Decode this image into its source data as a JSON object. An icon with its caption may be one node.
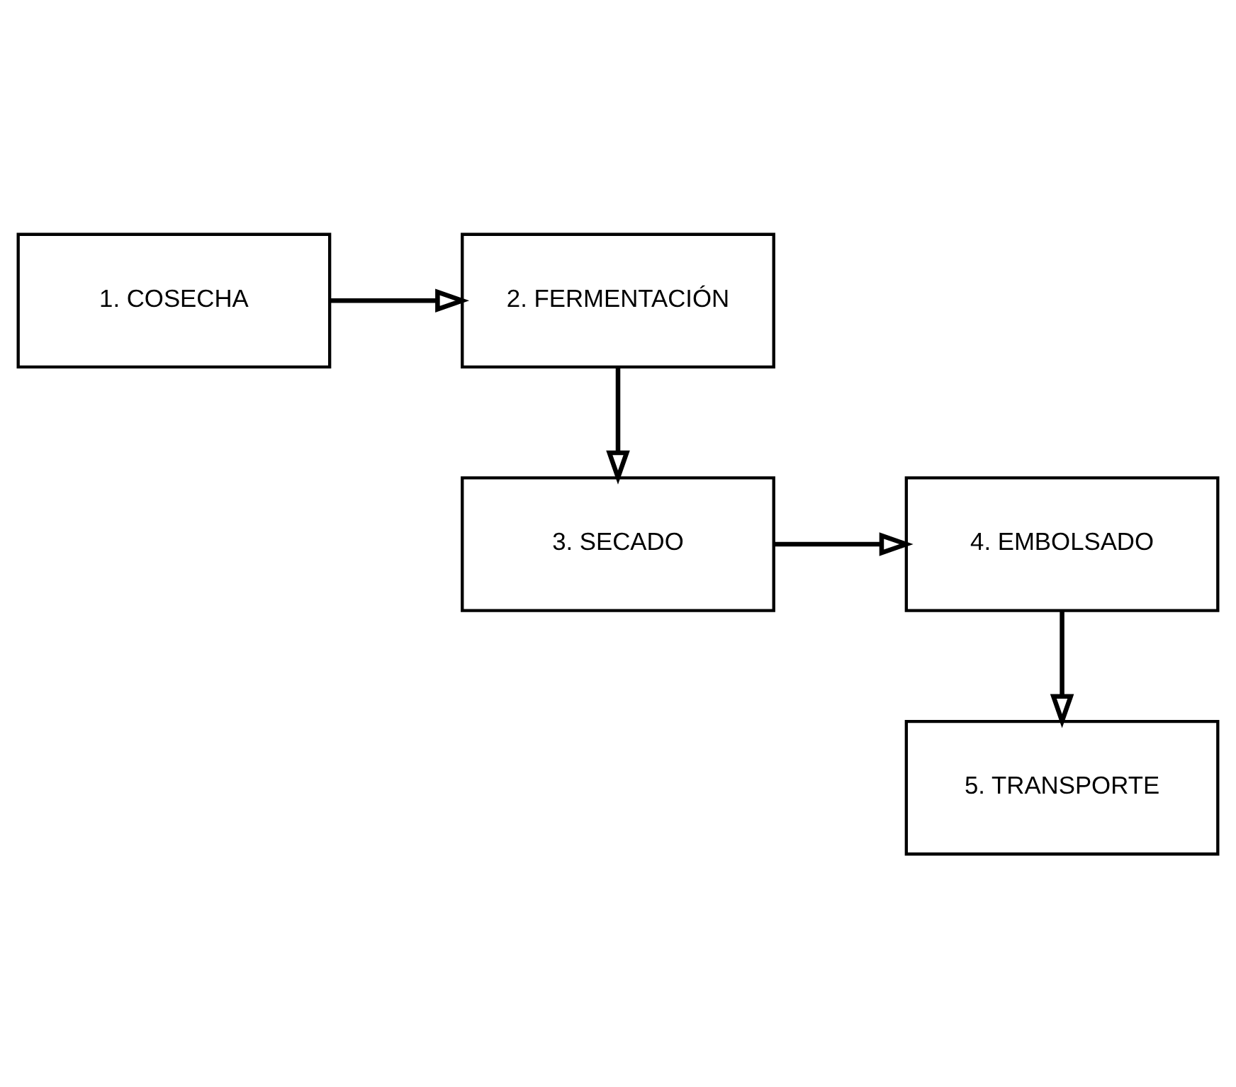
{
  "diagram": {
    "nodes": [
      {
        "text": [
          "1. COSECHA"
        ]
      },
      {
        "text": [
          "2. FERMENTACIÓN"
        ]
      },
      {
        "text": [
          "3. SECADO"
        ]
      },
      {
        "text": [
          "4. EMBOLSADO"
        ]
      },
      {
        "text": [
          "5. TRANSPORTE"
        ]
      }
    ],
    "edges": [
      {
        "from": 0,
        "to": 1,
        "arrow": "to"
      },
      {
        "from": 1,
        "to": 2,
        "arrow": "to"
      },
      {
        "from": 2,
        "to": 3,
        "arrow": "to"
      },
      {
        "from": 3,
        "to": 4,
        "arrow": "to"
      }
    ]
  }
}
